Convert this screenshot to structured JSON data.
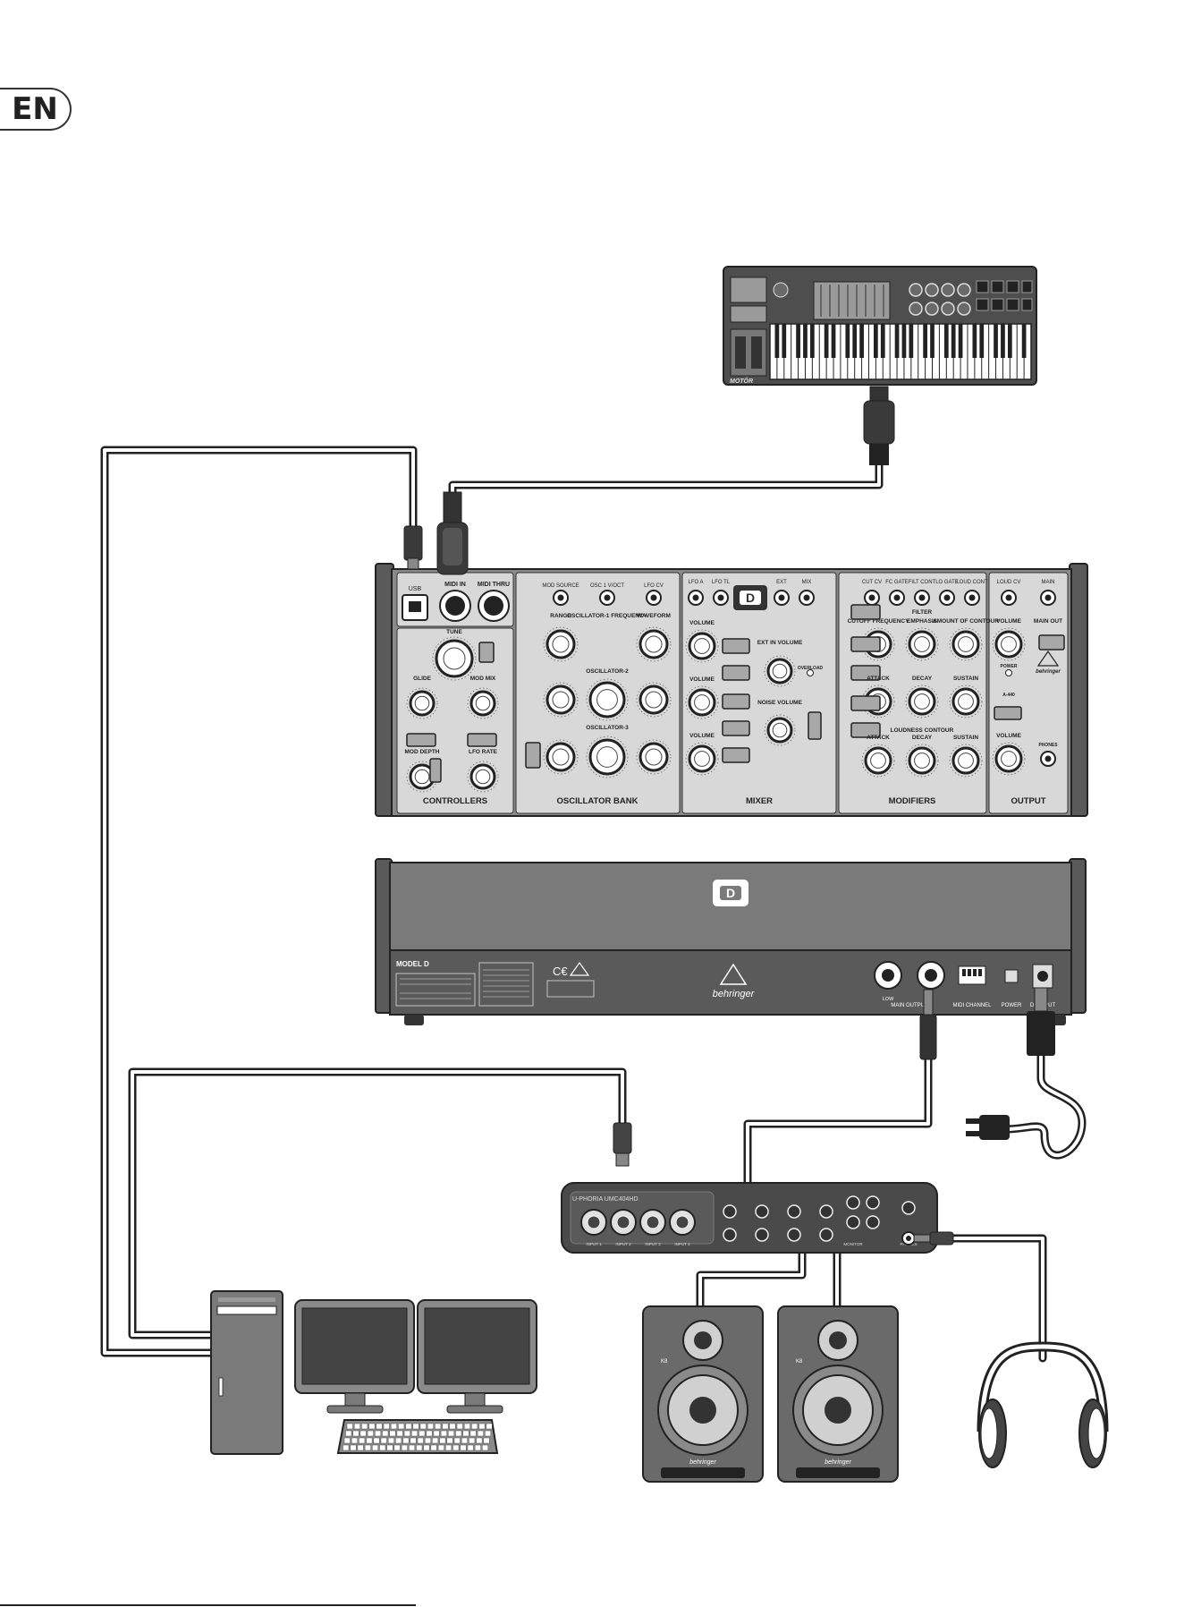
{
  "language_badge": "EN",
  "synth": {
    "brand": "D",
    "sections": [
      "CONTROLLERS",
      "OSCILLATOR BANK",
      "MIXER",
      "MODIFIERS",
      "OUTPUT"
    ],
    "jack_labels": {
      "usb": "USB",
      "midi_in": "MIDI IN",
      "midi_thru": "MIDI THRU",
      "mod_source": "MOD SOURCE",
      "osc1_voct": "OSC 1 V/OCT",
      "lfo_cv": "LFO CV",
      "lfo_a": "LFO A",
      "lfo_tl": "LFO TL",
      "ext": "EXT",
      "mix": "MIX",
      "cutoff_cv": "CUT CV",
      "fc_gate": "FC GATE",
      "filt_cont": "FILT CONT",
      "lo_gate": "LO GATE",
      "loud_cont": "LOUD CONT",
      "loud_cv": "LOUD CV",
      "main": "MAIN"
    },
    "knob_labels": {
      "tune": "TUNE",
      "glide": "GLIDE",
      "mod_mix": "MOD MIX",
      "mod_depth": "MOD DEPTH",
      "lfo_rate": "LFO RATE",
      "range": "RANGE",
      "osc1_freq": "OSCILLATOR-1 FREQUENCY",
      "waveform": "WAVEFORM",
      "osc2": "OSCILLATOR-2",
      "osc3": "OSCILLATOR-3",
      "volume": "VOLUME",
      "ext_in_volume": "EXT IN VOLUME",
      "noise_volume": "NOISE VOLUME",
      "overload": "OVERLOAD",
      "cutoff_frequency": "CUTOFF FREQUENCY",
      "filter": "FILTER",
      "emphasis": "EMPHASIS",
      "amount_of_contour": "AMOUNT OF CONTOUR",
      "attack": "ATTACK",
      "decay": "DECAY",
      "sustain": "SUSTAIN",
      "loudness_contour": "LOUDNESS CONTOUR",
      "main_out": "MAIN OUT",
      "power": "POWER",
      "a440": "A-440",
      "phones": "PHONES",
      "behringer": "behringer"
    }
  },
  "rear_panel": {
    "brand": "D",
    "model": "MODEL D",
    "brand_text": "behringer",
    "labels": {
      "main_output": "MAIN OUTPUT",
      "low": "LOW",
      "midi_channel": "MIDI CHANNEL",
      "power": "POWER",
      "dc_input": "DC INPUT"
    }
  },
  "interface": {
    "name": "U-PHORIA UMC404HD",
    "inputs": [
      "INPUT 1",
      "INPUT 2",
      "INPUT 3",
      "INPUT 4"
    ],
    "monitor_label": "MONITOR",
    "phones_label": "PHONES"
  },
  "speakers": {
    "brand_text": "behringer",
    "badge": "K8"
  },
  "keyboard": {
    "name": "MOTÖR"
  },
  "colors": {
    "line": "#222222",
    "device_dark": "#5a5a5a",
    "device_mid": "#808080",
    "device_light": "#d2d2d2",
    "cable_fill": "#ffffff"
  }
}
